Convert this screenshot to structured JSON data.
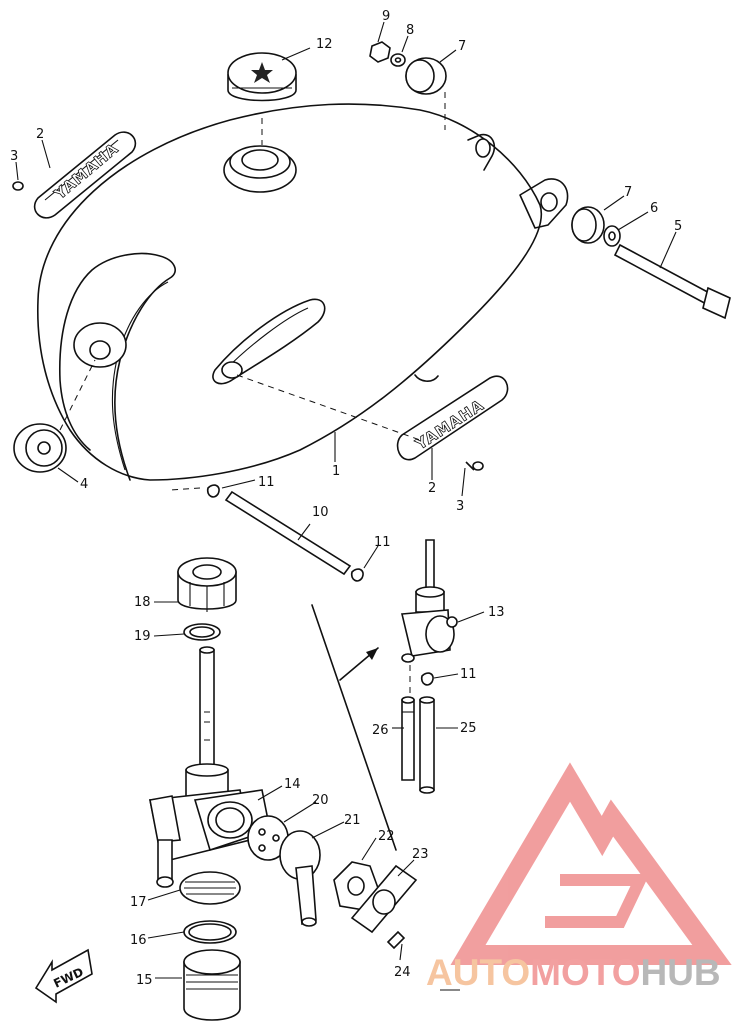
{
  "callouts": [
    "1",
    "2",
    "3",
    "4",
    "5",
    "6",
    "7",
    "8",
    "9",
    "10",
    "11",
    "12",
    "13",
    "14",
    "15",
    "16",
    "17",
    "18",
    "19",
    "20",
    "21",
    "22",
    "23",
    "24",
    "25",
    "26"
  ],
  "emblem_text": "YAMAHA",
  "direction_label": "FWD",
  "watermark": {
    "part1": "AUTO",
    "part2": "MOTO",
    "part3": "HUB",
    "color_auto": "#f6c5a0",
    "color_moto": "#f2a0a0",
    "color_hub": "#b8b8b8",
    "logo_color": "#ef8e8e"
  }
}
